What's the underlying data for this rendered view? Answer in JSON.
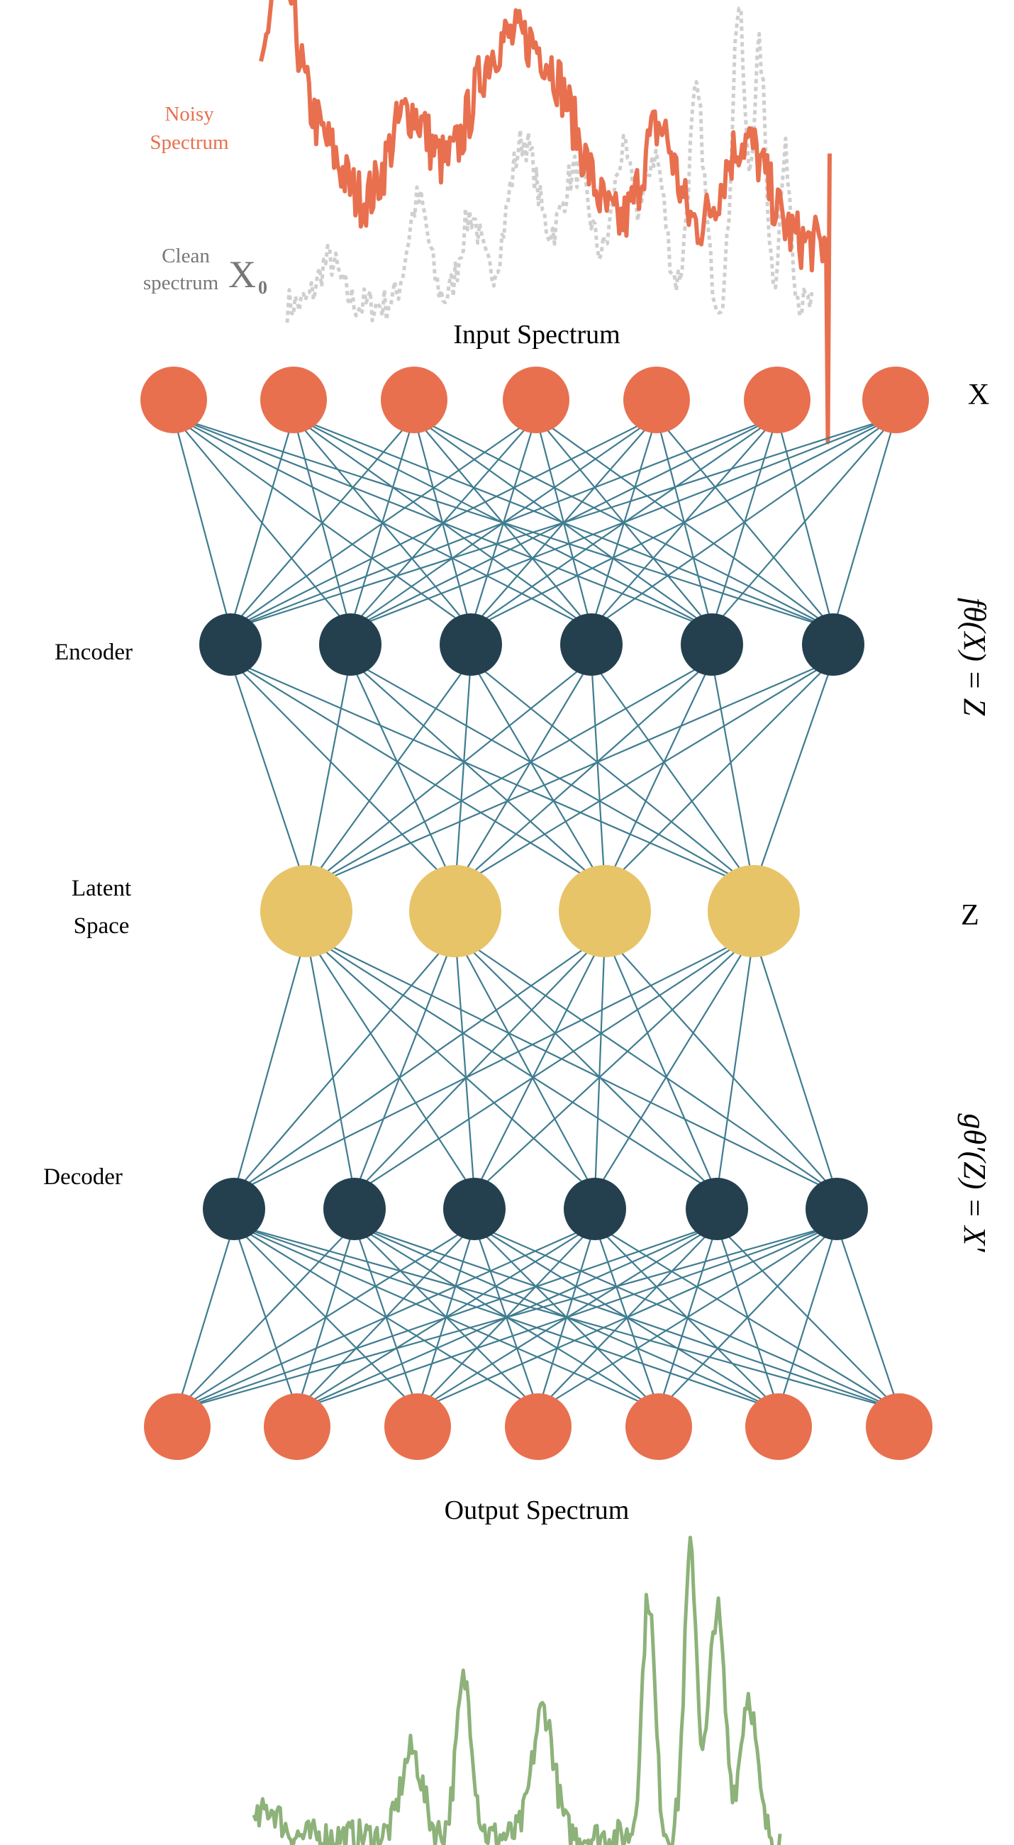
{
  "labels": {
    "noisy_line1": "Noisy",
    "noisy_line2": "Spectrum",
    "clean_line1": "Clean",
    "clean_line2": "spectrum",
    "clean_symbol": "X",
    "clean_subscript": "0",
    "input_title": "Input Spectrum",
    "output_title": "Output Spectrum",
    "encoder": "Encoder",
    "latent_line1": "Latent",
    "latent_line2": "Space",
    "decoder": "Decoder",
    "x_symbol": "X",
    "z_symbol": "Z",
    "encoder_eq": "fθ(X) = Z",
    "decoder_eq": "gθ′(Z) = X′"
  },
  "layers": [
    {
      "name": "input",
      "nodes": 7,
      "color": "#E8704F"
    },
    {
      "name": "encoder",
      "nodes": 6,
      "color": "#24404F"
    },
    {
      "name": "latent",
      "nodes": 4,
      "color": "#E8C468"
    },
    {
      "name": "decoder",
      "nodes": 6,
      "color": "#24404F"
    },
    {
      "name": "output",
      "nodes": 7,
      "color": "#E8704F"
    }
  ],
  "colors": {
    "edge": "#3F7C90",
    "noisy_spectrum": "#E8704F",
    "clean_spectrum": "#CFCFCF",
    "output_spectrum": "#8DB27A",
    "clean_label": "#777777"
  }
}
